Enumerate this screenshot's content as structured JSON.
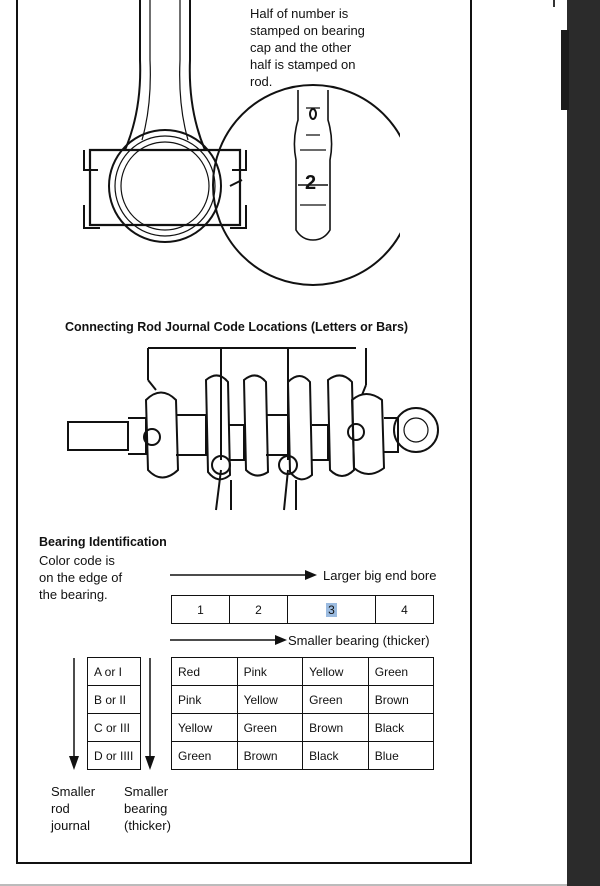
{
  "top_note": [
    "Half of number is",
    "stamped on bearing",
    "cap and the other",
    "half is stamped on",
    "rod."
  ],
  "stamp_number": "2",
  "crank_title": "Connecting Rod Journal Code Locations (Letters or Bars)",
  "bearing": {
    "heading": "Bearing Identification",
    "color_note": [
      "Color code is",
      "on the edge of",
      "the bearing."
    ],
    "larger_bore_label": "Larger big end bore",
    "smaller_bearing_label": "Smaller bearing (thicker)",
    "bore_codes": [
      "1",
      "2",
      "3",
      "4"
    ],
    "selected_bore_code": "3",
    "journal_codes": [
      "A or I",
      "B or II",
      "C or III",
      "D or IIII"
    ],
    "color_rows": [
      [
        "Red",
        "Pink",
        "Yellow",
        "Green"
      ],
      [
        "Pink",
        "Yellow",
        "Green",
        "Brown"
      ],
      [
        "Yellow",
        "Green",
        "Brown",
        "Black"
      ],
      [
        "Green",
        "Brown",
        "Black",
        "Blue"
      ]
    ],
    "smaller_rod_journal": [
      "Smaller",
      "rod",
      "journal"
    ],
    "smaller_bearing_thicker": [
      "Smaller",
      "bearing",
      "(thicker)"
    ]
  },
  "colors": {
    "highlight": "#9bbbe0",
    "ink": "#111111",
    "sidebar": "#2b2b2b"
  }
}
